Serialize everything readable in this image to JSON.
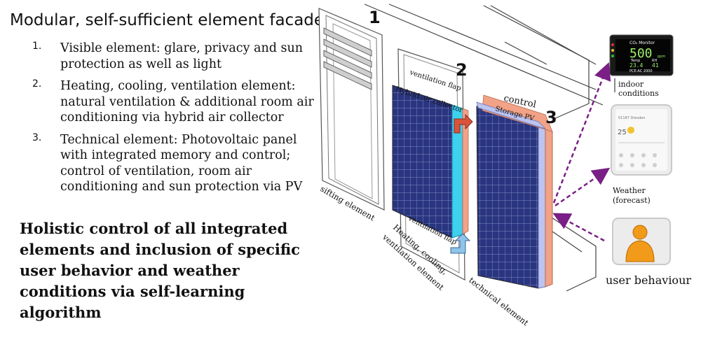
{
  "title": "Modular, self-sufficient element facade",
  "items": [
    {
      "num": "1.",
      "text": "Visible element: glare, privacy and sun protection as well as light"
    },
    {
      "num": "2.",
      "text": "Heating, cooling, ventilation element: natural ventilation & additional room air conditioning via hybrid air collector"
    },
    {
      "num": "3.",
      "text": "Technical element: Photovoltaic panel with integrated memory and control; control of ventilation, room air conditioning and sun protection via PV"
    }
  ],
  "holistic": "Holistic control of all integrated elements and inclusion of specific user behavior and weather conditions via self-learning algorithm",
  "diagram": {
    "numbers": [
      "1",
      "2",
      "3"
    ],
    "ventilation_flap_top": "ventilation flap",
    "ventilation_flap_bottom": "ventilation flap",
    "hybrid_air_collector": "Hybrid air collector",
    "control": "control",
    "storage_pv": "Storage PV",
    "sifting_element": "sifting element",
    "hvac_element_line1": "Heating, cooling,",
    "hvac_element_line2": "ventilation element",
    "technical_element": "technical element",
    "co2_title": "CO₂ Monitor",
    "co2_value": "500",
    "co2_unit": "ppm",
    "co2_temp_label": "Temp",
    "co2_rh_label": "RH",
    "co2_temp": "23.4",
    "co2_rh": "41",
    "co2_model": "PCE-AC 2000",
    "indoor_line1": "indoor",
    "indoor_line2": "conditions",
    "weather_city": "01187 Dresden",
    "weather_temp": "25",
    "weather_line1": "Weather",
    "weather_line2": "(forecast)",
    "user_behaviour": "user behaviour"
  },
  "colors": {
    "pv_blue": "#2a3580",
    "collector_cyan": "#3fd0ee",
    "control_salmon": "#f2a287",
    "storage_lavender": "#bcc4f2",
    "arrow_purple": "#7a1f86",
    "user_orange": "#f29a1a"
  }
}
